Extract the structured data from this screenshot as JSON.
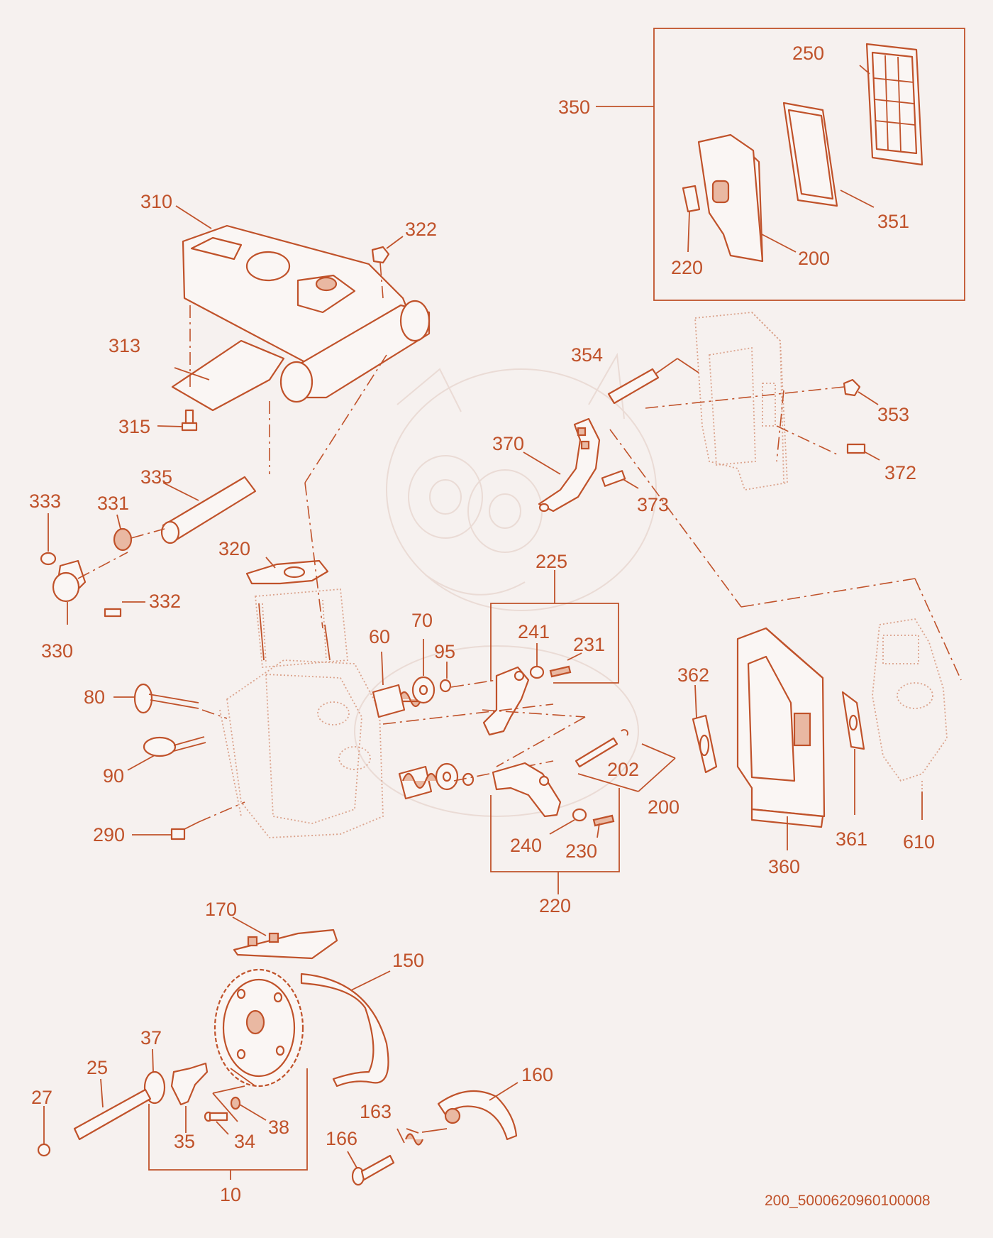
{
  "diagram_code": "200_5000620960100008",
  "labels": {
    "l350": "350",
    "l250": "250",
    "l351": "351",
    "l220a": "220",
    "l200a": "200",
    "l310": "310",
    "l322": "322",
    "l313": "313",
    "l315": "315",
    "l335": "335",
    "l333": "333",
    "l331": "331",
    "l332": "332",
    "l330": "330",
    "l320": "320",
    "l354": "354",
    "l353": "353",
    "l372": "372",
    "l370": "370",
    "l373": "373",
    "l225": "225",
    "l241": "241",
    "l231": "231",
    "l60": "60",
    "l70": "70",
    "l95": "95",
    "l80": "80",
    "l90": "90",
    "l290": "290",
    "l362": "362",
    "l202": "202",
    "l200b": "200",
    "l361": "361",
    "l610": "610",
    "l360": "360",
    "l240": "240",
    "l230": "230",
    "l220b": "220",
    "l170": "170",
    "l150": "150",
    "l160": "160",
    "l163": "163",
    "l166": "166",
    "l37": "37",
    "l25": "25",
    "l27": "27",
    "l35": "35",
    "l34": "34",
    "l38": "38",
    "l10": "10"
  },
  "colors": {
    "accent": "#c0522a",
    "background": "#f6f1ef",
    "ghost": "#dba38c"
  }
}
